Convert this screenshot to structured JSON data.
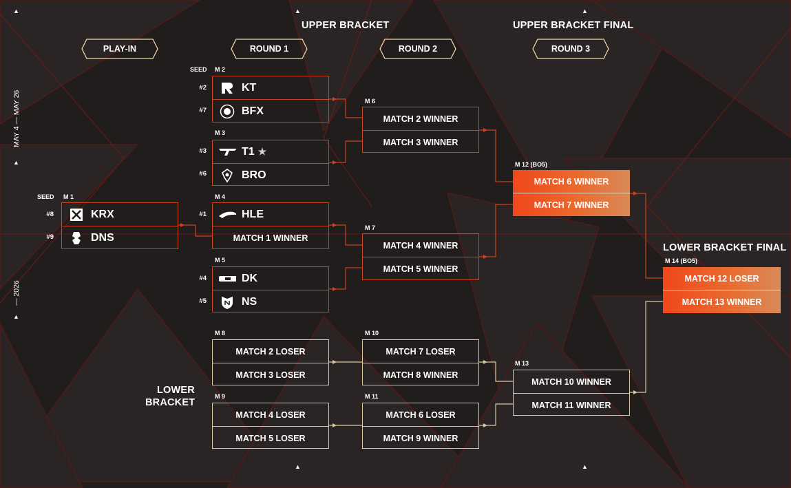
{
  "headers": {
    "upper_bracket": "UPPER BRACKET",
    "upper_bracket_final": "UPPER BRACKET FINAL",
    "lower_bracket_final": "LOWER BRACKET FINAL",
    "lower_bracket_line1": "LOWER",
    "lower_bracket_line2": "BRACKET"
  },
  "rounds": {
    "play_in": "PLAY-IN",
    "round1": "ROUND 1",
    "round2": "ROUND 2",
    "round3": "ROUND 3"
  },
  "dates": {
    "range": "MAY 4 — MAY 26",
    "year": "— 2026"
  },
  "seed_label": "SEED",
  "matches": {
    "m1": {
      "label": "M 1",
      "seed_a": "#8",
      "team_a": "KRX",
      "seed_b": "#9",
      "team_b": "DNS"
    },
    "m2": {
      "label": "M 2",
      "seed_a": "#2",
      "team_a": "KT",
      "seed_b": "#7",
      "team_b": "BFX"
    },
    "m3": {
      "label": "M 3",
      "seed_a": "#3",
      "team_a": "T1",
      "star": "★",
      "seed_b": "#6",
      "team_b": "BRO"
    },
    "m4": {
      "label": "M 4",
      "seed_a": "#1",
      "team_a": "HLE",
      "slot_b": "MATCH 1 WINNER"
    },
    "m5": {
      "label": "M 5",
      "seed_a": "#4",
      "team_a": "DK",
      "seed_b": "#5",
      "team_b": "NS"
    },
    "m6": {
      "label": "M 6",
      "a": "MATCH 2 WINNER",
      "b": "MATCH 3 WINNER"
    },
    "m7": {
      "label": "M 7",
      "a": "MATCH 4 WINNER",
      "b": "MATCH 5 WINNER"
    },
    "m8": {
      "label": "M 8",
      "a": "MATCH 2 LOSER",
      "b": "MATCH 3 LOSER"
    },
    "m9": {
      "label": "M 9",
      "a": "MATCH 4 LOSER",
      "b": "MATCH 5 LOSER"
    },
    "m10": {
      "label": "M 10",
      "a": "MATCH 7 LOSER",
      "b": "MATCH 8 WINNER"
    },
    "m11": {
      "label": "M 11",
      "a": "MATCH 6 LOSER",
      "b": "MATCH 9 WINNER"
    },
    "m12": {
      "label": "M 12 (BO5)",
      "a": "MATCH 6 WINNER",
      "b": "MATCH 7 WINNER"
    },
    "m13": {
      "label": "M 13",
      "a": "MATCH 10 WINNER",
      "b": "MATCH 11 WINNER"
    },
    "m14": {
      "label": "M 14 (BO5)",
      "a": "MATCH 12 LOSER",
      "b": "MATCH 13 WINNER"
    }
  },
  "colors": {
    "background": "#211d1d",
    "upper_border": "#c9431f",
    "lower_border": "#d8c7a0",
    "highlight": "#f0471c"
  }
}
